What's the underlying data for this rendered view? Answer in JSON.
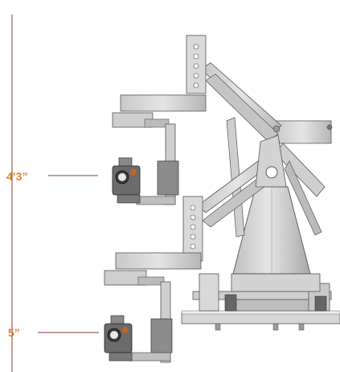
{
  "figure": {
    "description_type": "camera crane height comparison",
    "dimension_labels": {
      "upper_height": "4’3”",
      "lower_height": "5”"
    },
    "colors": {
      "accent": "#d9822b",
      "leader_line": "#8a3a3a",
      "metal_light": "#d9d9d9",
      "metal_mid": "#bdbdbd",
      "metal_dark": "#7f7f7f",
      "outline": "#444444"
    }
  }
}
